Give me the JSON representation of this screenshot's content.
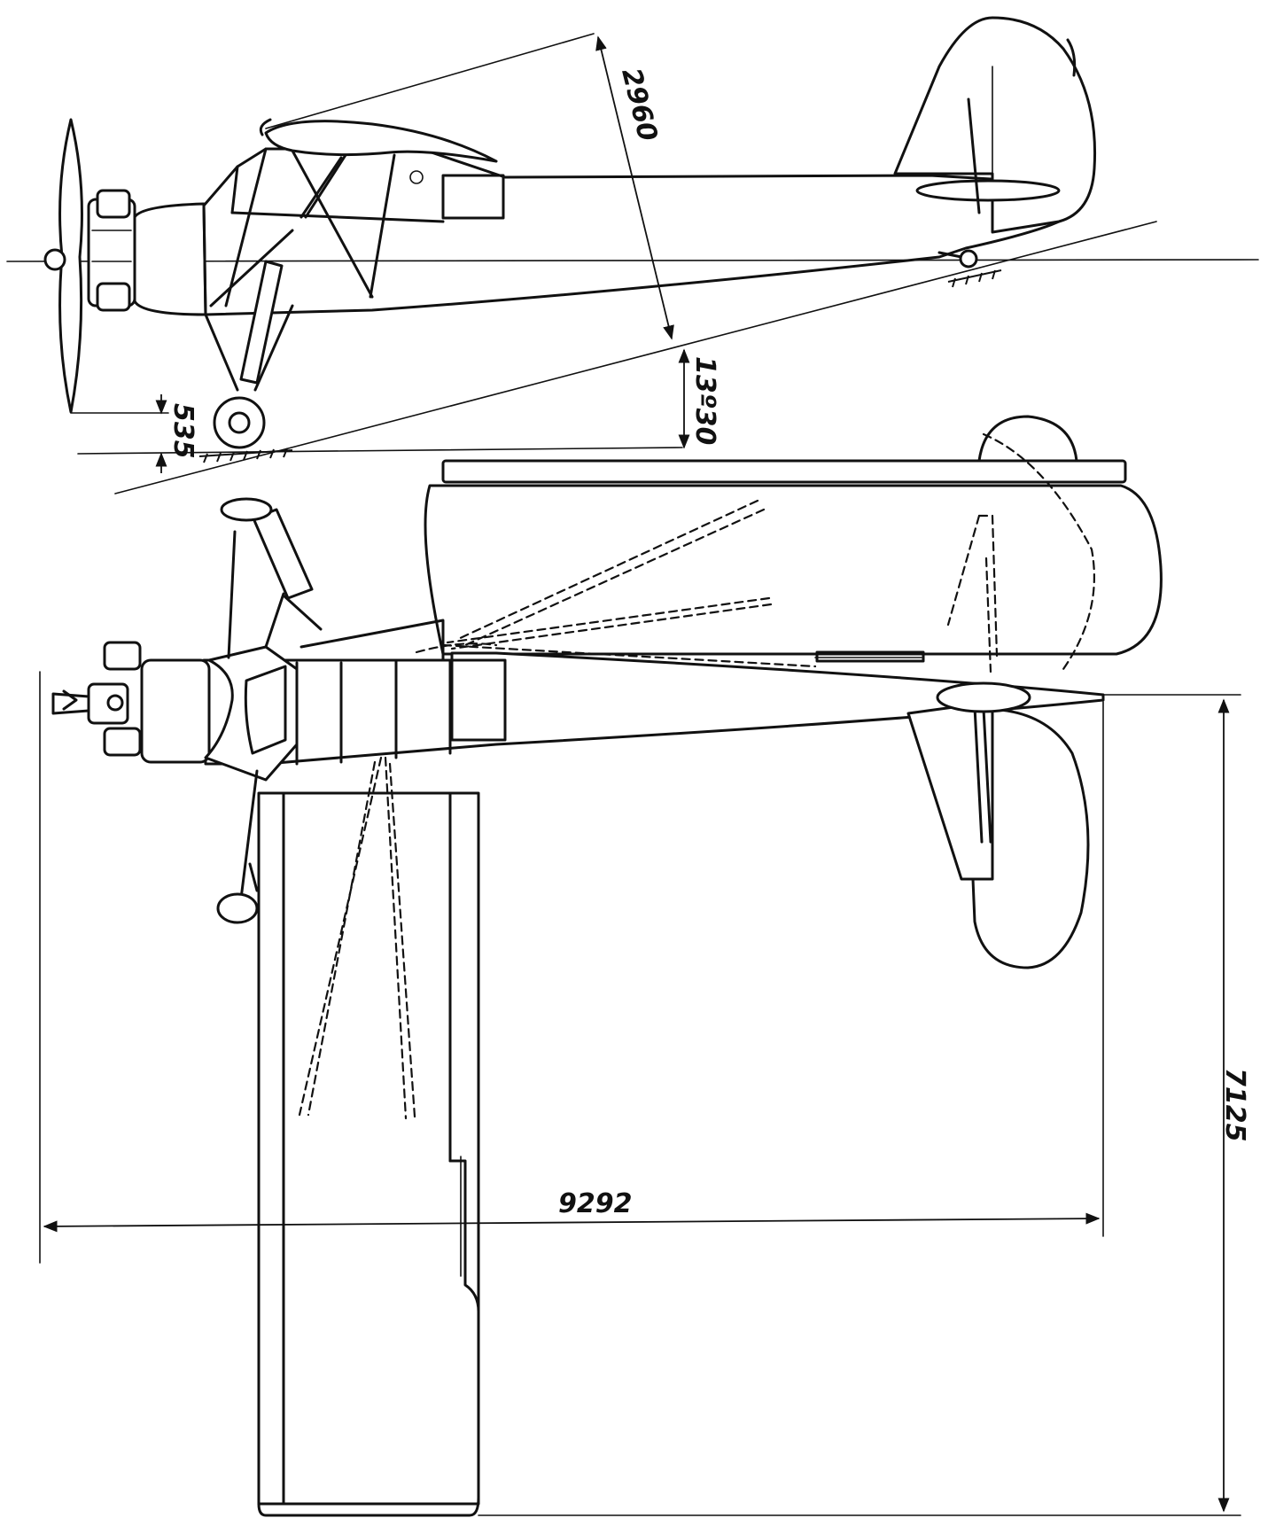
{
  "dimensions": {
    "wing_height": "2960",
    "ground_angle": "13º30",
    "prop_clearance": "535",
    "fuselage_length": "9292",
    "half_span": "7125"
  },
  "colors": {
    "ink": "#111111",
    "paper": "#ffffff"
  }
}
